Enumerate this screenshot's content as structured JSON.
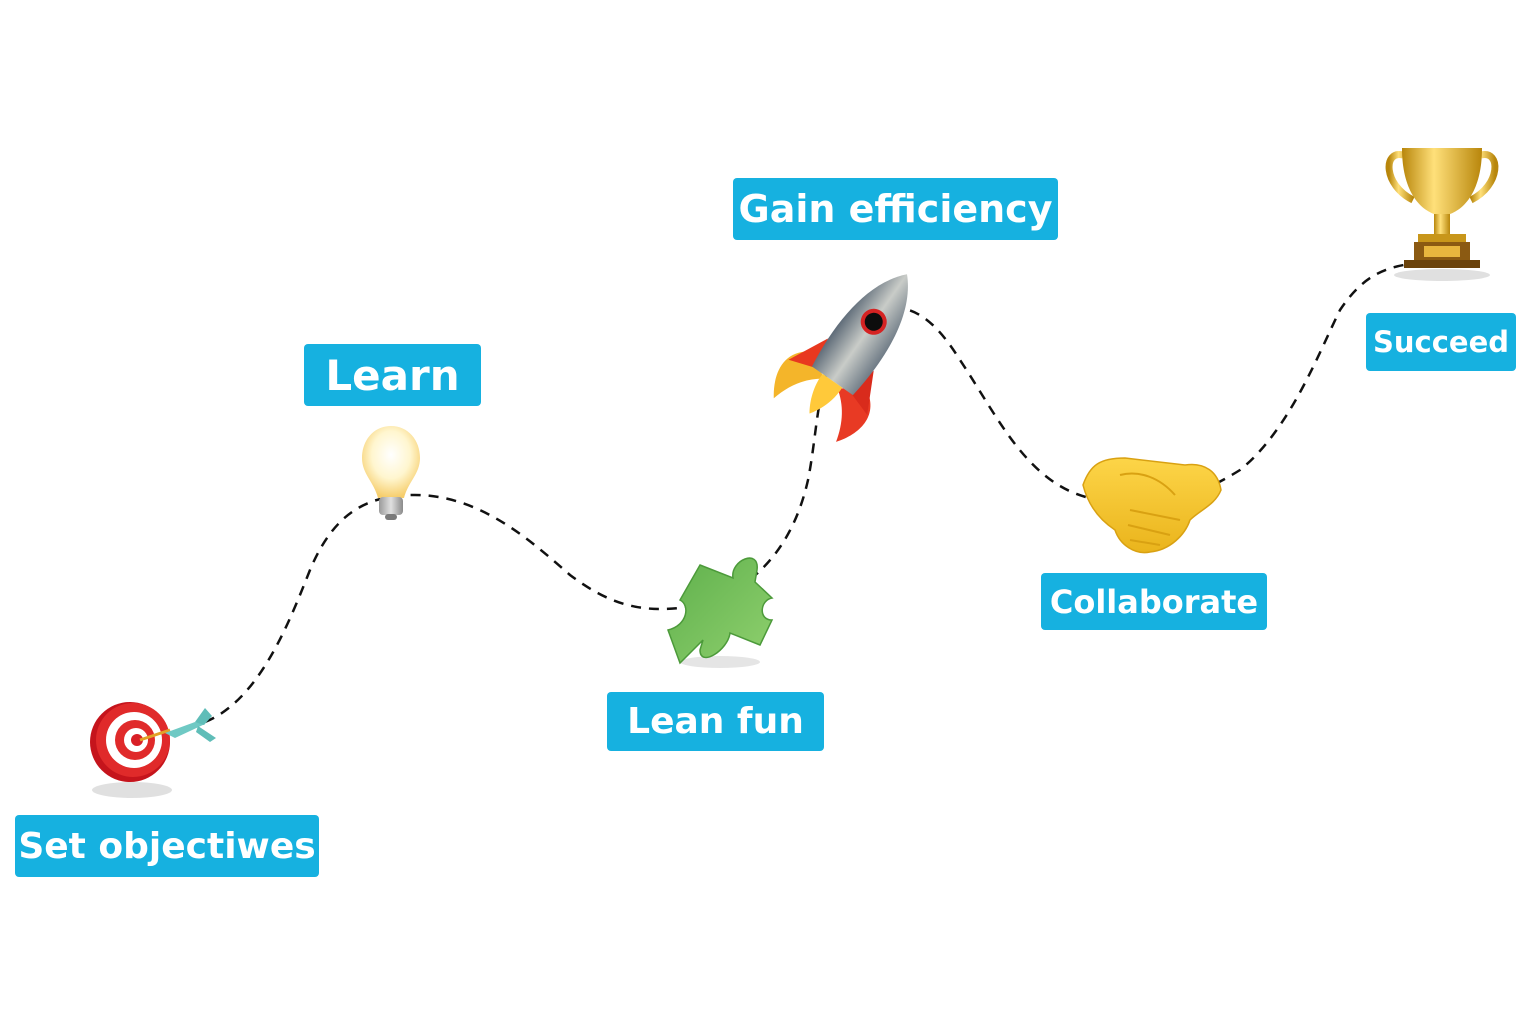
{
  "title": "Journey roadmap",
  "path_style": {
    "stroke": "#111111",
    "dash": "dashed"
  },
  "label_color": "#16b1e0",
  "label_text_color": "#ffffff",
  "milestones": [
    {
      "id": "set-objectives",
      "label": "Set objectiwes",
      "icon": "target-dart-icon"
    },
    {
      "id": "learn",
      "label": "Learn",
      "icon": "light-bulb-icon"
    },
    {
      "id": "lean-fun",
      "label": "Lean fun",
      "icon": "puzzle-piece-icon"
    },
    {
      "id": "gain-efficiency",
      "label": "Gain efficiency",
      "icon": "rocket-icon"
    },
    {
      "id": "collaborate",
      "label": "Collaborate",
      "icon": "handshake-icon"
    },
    {
      "id": "succeed",
      "label": "Succeed",
      "icon": "trophy-icon"
    }
  ]
}
